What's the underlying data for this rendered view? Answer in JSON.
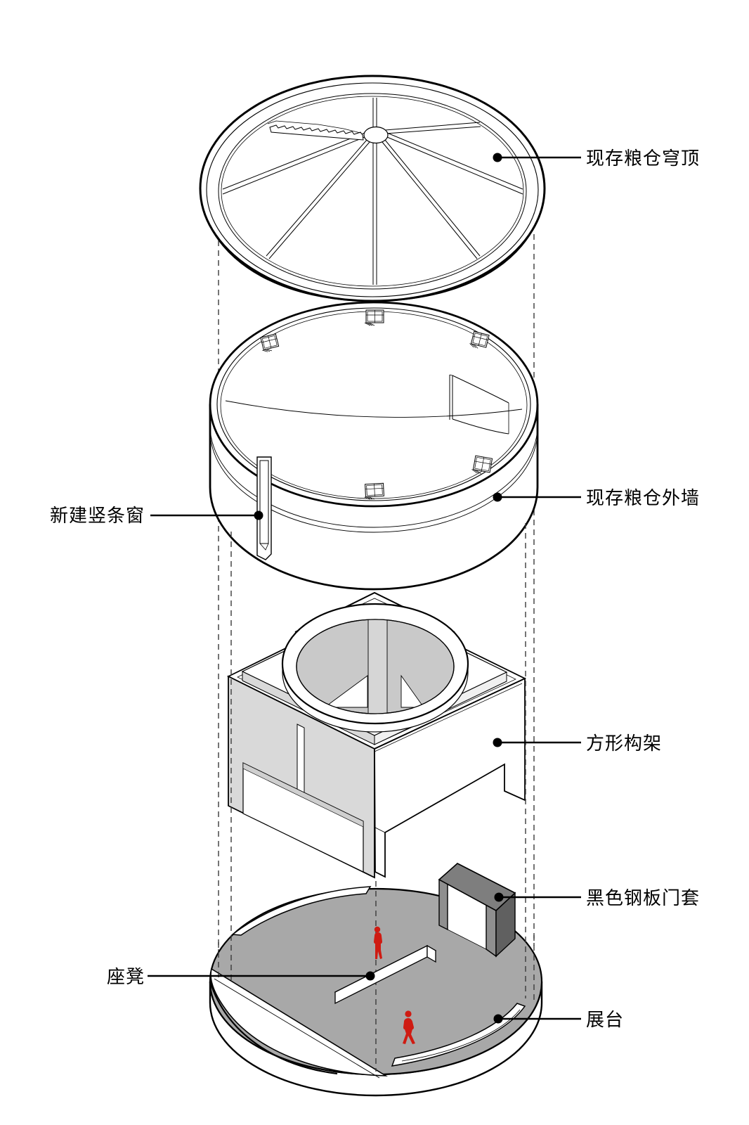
{
  "diagram": {
    "type": "exploded-axonometric-architecture-diagram",
    "subject": "cylindrical granary renovation, exploded layers from dome roof to exhibition platform",
    "background": "#ffffff",
    "colors": {
      "line": "#000000",
      "dashed_guide": "#3a3a3a",
      "light_gray": "#d9d9d9",
      "panel_gray": "#c9c9c9",
      "platform_gray": "#a8a8a8",
      "door_top_gray": "#7e7e7e",
      "door_side_gray": "#606060",
      "door_leg_gray": "#8f8f8f",
      "figure_red": "#cf1b12"
    },
    "labels": {
      "dome": "现存粮仓穹顶",
      "wall": "现存粮仓外墙",
      "strip_window": "新建竖条窗",
      "frame": "方形构架",
      "door": "黑色钢板门套",
      "bench": "座凳",
      "platform": "展台"
    }
  }
}
